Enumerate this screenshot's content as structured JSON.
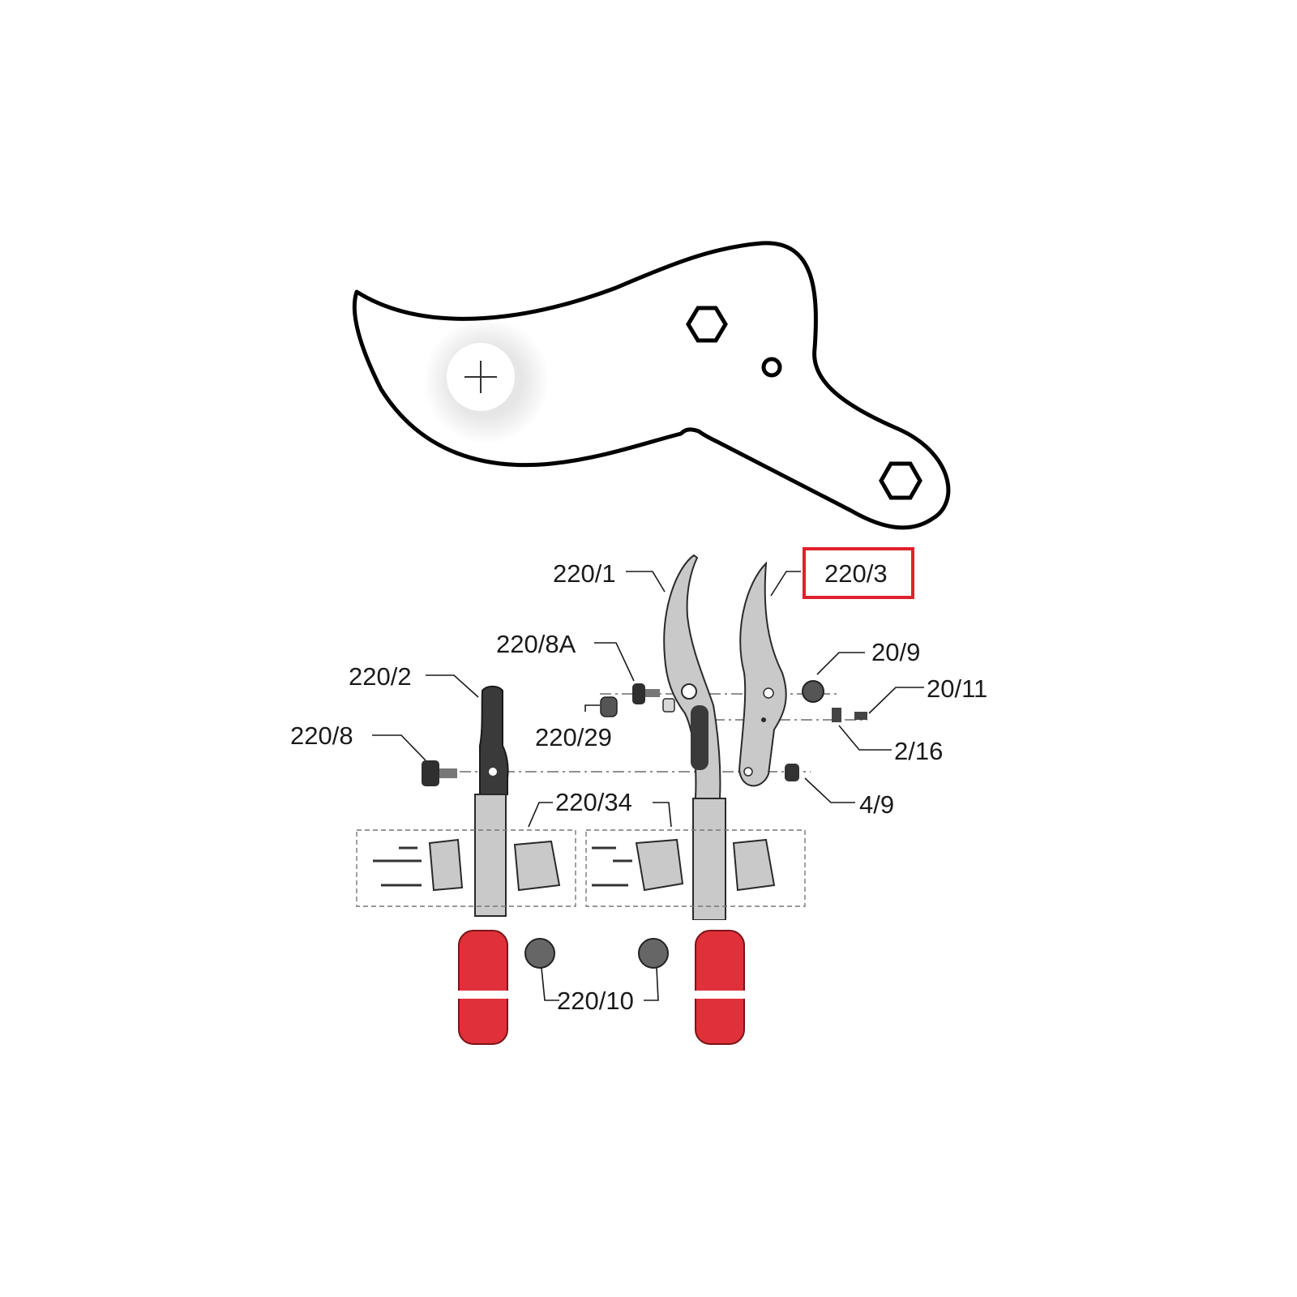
{
  "highlight_color": "#e0202c",
  "zoom_icon": "zoom-plus-icon",
  "labels": {
    "p220_1": "220/1",
    "p220_3": "220/3",
    "p220_8A": "220/8A",
    "p20_9": "20/9",
    "p220_2": "220/2",
    "p20_11": "20/11",
    "p220_29": "220/29",
    "p2_16": "2/16",
    "p220_8": "220/8",
    "p220_34": "220/34",
    "p4_9": "4/9",
    "p220_10": "220/10"
  },
  "highlighted_part": "220/3"
}
